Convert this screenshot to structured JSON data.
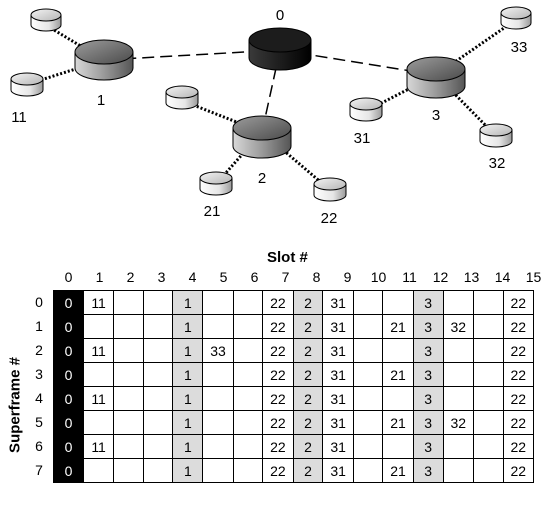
{
  "network": {
    "nodes": [
      {
        "id": "n0",
        "label": "0",
        "style": "coordinator"
      },
      {
        "id": "n1",
        "label": "1",
        "style": "router"
      },
      {
        "id": "n2",
        "label": "2",
        "style": "router"
      },
      {
        "id": "n3",
        "label": "3",
        "style": "router"
      },
      {
        "id": "n11",
        "label": "11",
        "style": "leaf"
      },
      {
        "id": "n21",
        "label": "21",
        "style": "leaf"
      },
      {
        "id": "n22",
        "label": "22",
        "style": "leaf"
      },
      {
        "id": "n31",
        "label": "31",
        "style": "leaf"
      },
      {
        "id": "n32",
        "label": "32",
        "style": "leaf"
      },
      {
        "id": "n33",
        "label": "33",
        "style": "leaf"
      }
    ],
    "unlabeled_leaves": [
      {
        "id": "u1",
        "parent": "1"
      },
      {
        "id": "u2",
        "parent": "2"
      }
    ],
    "links": [
      {
        "from": "0",
        "to": "1",
        "style": "dashed"
      },
      {
        "from": "0",
        "to": "2",
        "style": "dashed"
      },
      {
        "from": "0",
        "to": "3",
        "style": "dashed"
      },
      {
        "from": "1",
        "to": "11",
        "style": "dotted"
      },
      {
        "from": "1",
        "to": "u1",
        "style": "dotted"
      },
      {
        "from": "2",
        "to": "21",
        "style": "dotted"
      },
      {
        "from": "2",
        "to": "22",
        "style": "dotted"
      },
      {
        "from": "2",
        "to": "u2",
        "style": "dotted"
      },
      {
        "from": "3",
        "to": "31",
        "style": "dotted"
      },
      {
        "from": "3",
        "to": "32",
        "style": "dotted"
      },
      {
        "from": "3",
        "to": "33",
        "style": "dotted"
      }
    ],
    "colors": {
      "coordinator": "#111111",
      "router": "#8a8a8a",
      "leaf": "#e8e8e8",
      "edge": "#000000"
    }
  },
  "schedule": {
    "title": "Slot #",
    "ylabel": "Superframe #",
    "slots": [
      "0",
      "1",
      "2",
      "3",
      "4",
      "5",
      "6",
      "7",
      "8",
      "9",
      "10",
      "11",
      "12",
      "13",
      "14",
      "15"
    ],
    "superframes": [
      "0",
      "1",
      "2",
      "3",
      "4",
      "5",
      "6",
      "7"
    ],
    "shaded_slots": [
      4,
      8,
      12
    ],
    "shade_color": "#dcdcdc",
    "slot0_color": "#000000",
    "rows": [
      [
        "0",
        "11",
        "",
        "",
        "1",
        "",
        "",
        "22",
        "2",
        "31",
        "",
        "",
        "3",
        "",
        "",
        "22"
      ],
      [
        "0",
        "",
        "",
        "",
        "1",
        "",
        "",
        "22",
        "2",
        "31",
        "",
        "21",
        "3",
        "32",
        "",
        "22"
      ],
      [
        "0",
        "11",
        "",
        "",
        "1",
        "33",
        "",
        "22",
        "2",
        "31",
        "",
        "",
        "3",
        "",
        "",
        "22"
      ],
      [
        "0",
        "",
        "",
        "",
        "1",
        "",
        "",
        "22",
        "2",
        "31",
        "",
        "21",
        "3",
        "",
        "",
        "22"
      ],
      [
        "0",
        "11",
        "",
        "",
        "1",
        "",
        "",
        "22",
        "2",
        "31",
        "",
        "",
        "3",
        "",
        "",
        "22"
      ],
      [
        "0",
        "",
        "",
        "",
        "1",
        "",
        "",
        "22",
        "2",
        "31",
        "",
        "21",
        "3",
        "32",
        "",
        "22"
      ],
      [
        "0",
        "11",
        "",
        "",
        "1",
        "",
        "",
        "22",
        "2",
        "31",
        "",
        "",
        "3",
        "",
        "",
        "22"
      ],
      [
        "0",
        "",
        "",
        "",
        "1",
        "",
        "",
        "22",
        "2",
        "31",
        "",
        "21",
        "3",
        "",
        "",
        "22"
      ]
    ]
  }
}
